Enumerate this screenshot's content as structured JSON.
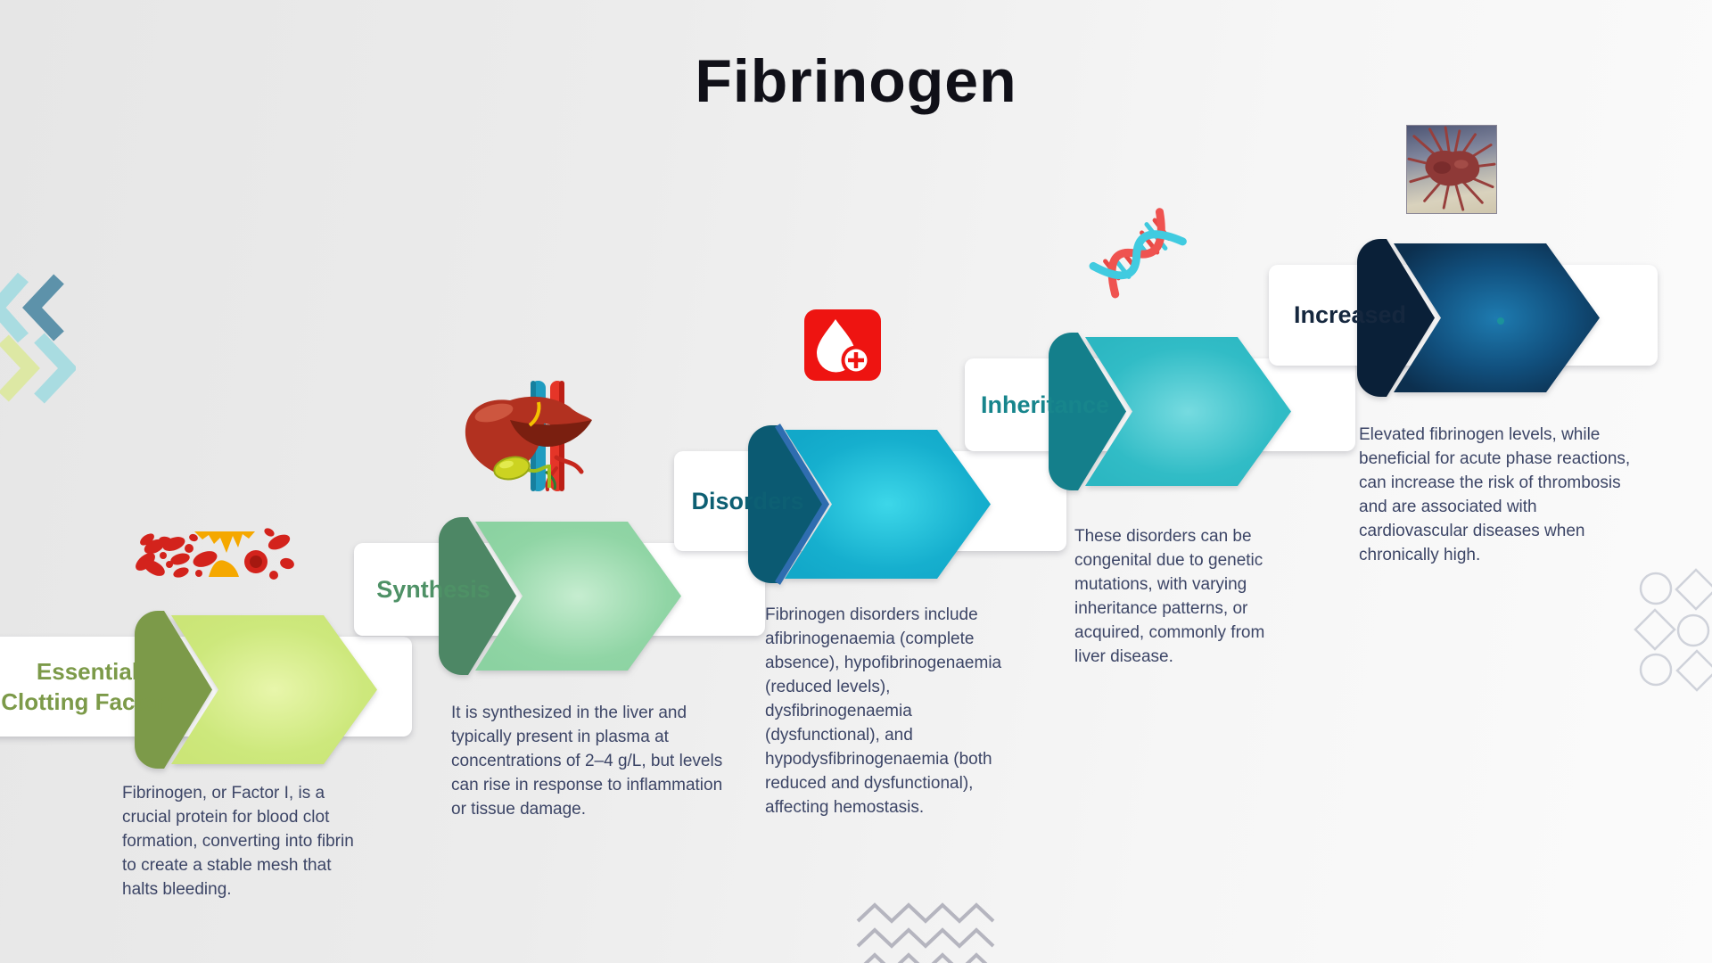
{
  "title": "Fibrinogen",
  "title_color": "#101018",
  "text_color": "#3c4566",
  "background": {
    "from": "#e6e6e6",
    "to": "#fbfbfb"
  },
  "steps": [
    {
      "label": "Essential Clotting Factor:",
      "description": "Fibrinogen, or Factor I, is a crucial protein for blood clot formation, converting into fibrin to create a stable mesh that halts bleeding.",
      "icon": "blood-cells-icon",
      "colors": {
        "label": "#7c9a49",
        "arrow_light": "#e8f6ab",
        "arrow": "#cde87c",
        "arrow_edge": "#cbe577",
        "fold": "#7c9a49"
      }
    },
    {
      "label": "Synthesis",
      "description": " It is synthesized in the liver and typically present in plasma at concentrations of 2–4 g/L, but levels can rise in response to inflammation or tissue damage.",
      "icon": "liver-icon",
      "colors": {
        "label": "#4e9166",
        "arrow_light": "#c6edd0",
        "arrow": "#90d5a5",
        "arrow_edge": "#8bd2a1",
        "fold": "#4d8765"
      }
    },
    {
      "label": "Disorders",
      "description": " Fibrinogen disorders include afibrinogenaemia (complete absence), hypofibrinogenaemia (reduced levels), dysfibrinogenaemia (dysfunctional), and hypodysfibrinogenaemia (both reduced and dysfunctional), affecting hemostasis.",
      "icon": "blood-drop-icon",
      "colors": {
        "label": "#0d5f73",
        "arrow_light": "#3dd7e9",
        "arrow": "#16afce",
        "arrow_edge": "#12a8c9",
        "fold": "#0b5a72",
        "fringe": "#2f6db0"
      }
    },
    {
      "label": "Inheritance",
      "description": "These disorders can be congenital due to genetic mutations, with varying inheritance patterns, or acquired, commonly from liver disease.",
      "icon": "dna-icon",
      "colors": {
        "label": "#17858c",
        "arrow_light": "#76dbe0",
        "arrow": "#31bcc6",
        "arrow_edge": "#2cb7c2",
        "fold": "#147f8b"
      }
    },
    {
      "label": "Increased",
      "description": " Elevated fibrinogen levels, while beneficial for acute phase reactions, can increase the risk of thrombosis and are associated with cardiovascular diseases when chronically high.",
      "icon": "cancer-cell-image",
      "colors": {
        "label": "#15273e",
        "arrow_light": "#1e7bb0",
        "arrow": "#11507e",
        "arrow_edge": "#0c2f4e",
        "fold": "#0a2038"
      }
    }
  ],
  "decorations": {
    "left_chevrons": {
      "colors": [
        "#a9dce1",
        "#5d92aa",
        "#dde8a4",
        "#a9dce1"
      ]
    },
    "right_shapes": {
      "outline": "#cfd2da"
    },
    "zigzag": {
      "color": "#b5b5bf"
    }
  }
}
